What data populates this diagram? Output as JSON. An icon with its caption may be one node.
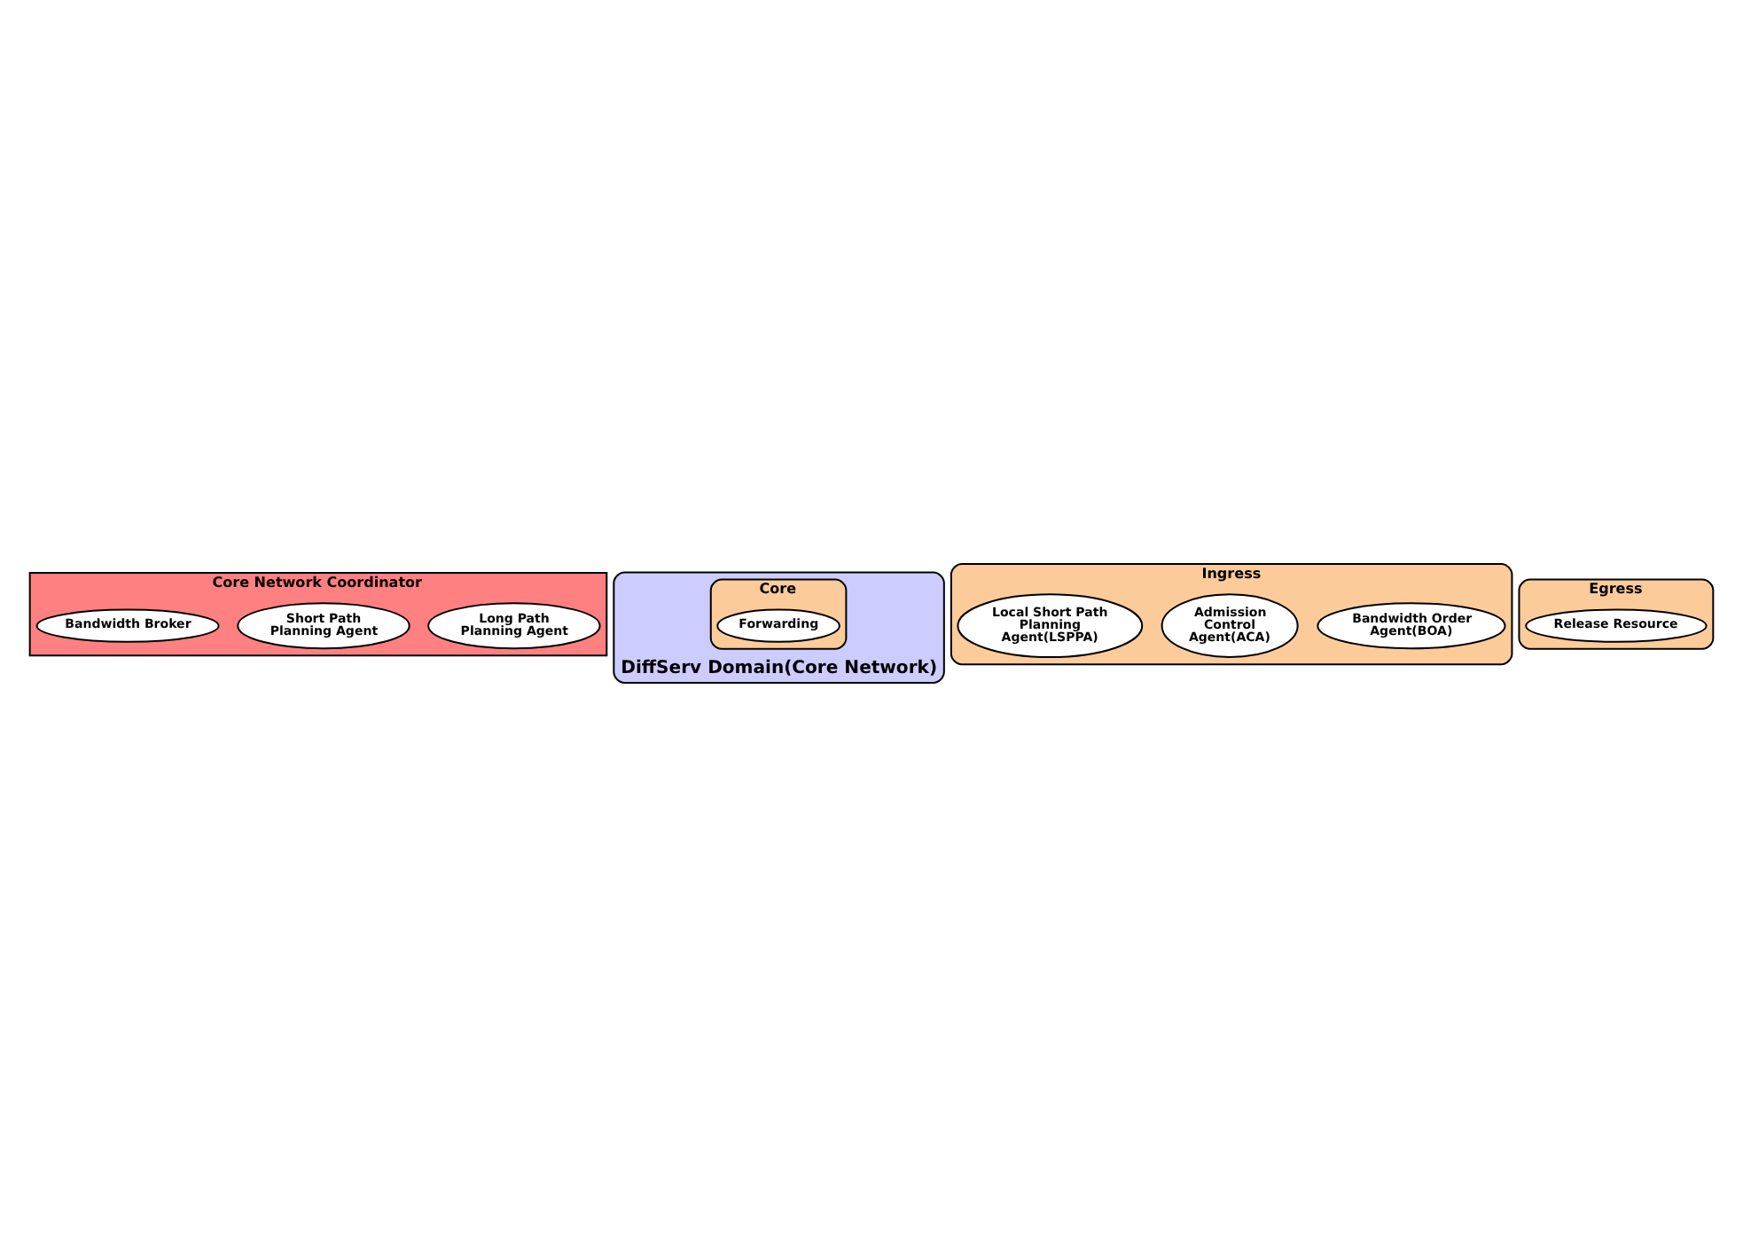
{
  "diagram": {
    "nodes": [
      {
        "text": [
          "Core Network Coordinator"
        ]
      },
      {
        "text": [
          "Long Path Planning Agent"
        ],
        "in": 0
      },
      {
        "text": [
          "Short Path Planning Agent"
        ],
        "in": 0
      },
      {
        "text": [
          "Bandwidth Broker"
        ],
        "in": 0
      },
      {
        "text": [
          "DiffServ Domain(Core Network)"
        ]
      },
      {
        "text": [
          "Ingress"
        ]
      },
      {
        "text": [
          "Bandwidth Order Agent(BOA)"
        ],
        "in": 5
      },
      {
        "text": [
          "Admission Control Agent(ACA)"
        ],
        "in": 5
      },
      {
        "text": [
          "Local Short Path Planning Agent(LSPPA)"
        ],
        "in": 5
      },
      {
        "text": [
          "Core"
        ],
        "in": 4
      },
      {
        "text": [
          "Forwarding"
        ],
        "in": 9
      },
      {
        "text": [
          "Egress"
        ]
      },
      {
        "text": [
          "Release Resource"
        ],
        "in": 11
      }
    ]
  }
}
